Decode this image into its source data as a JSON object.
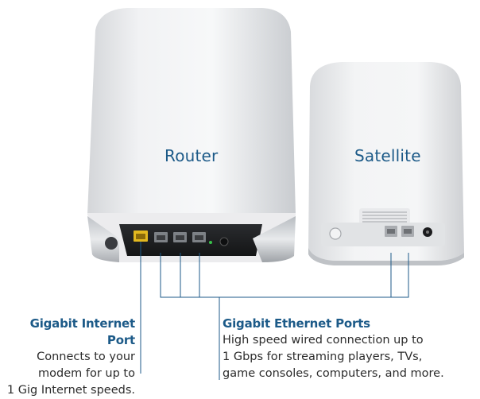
{
  "devices": {
    "router_label": "Router",
    "satellite_label": "Satellite"
  },
  "callouts": {
    "internet_port": {
      "heading": "Gigabit Internet Port",
      "lines": [
        "Connects to your",
        "modem for up to",
        "1 Gig Internet speeds."
      ]
    },
    "ethernet_ports": {
      "heading": "Gigabit Ethernet Ports",
      "lines": [
        "High speed wired connection up to",
        "1 Gbps for streaming players, TVs,",
        "game consoles, computers, and more."
      ]
    }
  },
  "colors": {
    "accent": "#1c5a88",
    "internet_port": "#e2b81f",
    "leader_line": "#1c5a88"
  }
}
